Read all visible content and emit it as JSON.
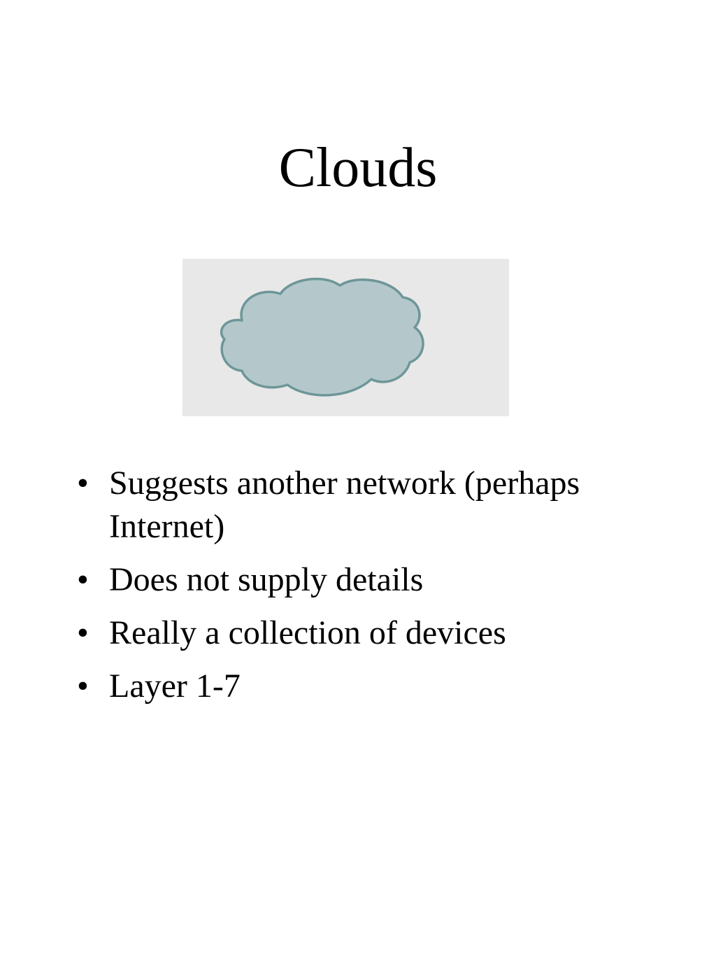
{
  "slide": {
    "title": "Clouds"
  },
  "figure": {
    "icon": "cloud-icon",
    "colors": {
      "background": "#e8e8e8",
      "cloud_fill": "#b4c8cc",
      "cloud_outline": "#6e9698"
    }
  },
  "bullets": {
    "marker": "•",
    "items": [
      "Suggests another network (perhaps Internet)",
      "Does not supply details",
      "Really a collection of devices",
      "Layer 1-7"
    ]
  }
}
